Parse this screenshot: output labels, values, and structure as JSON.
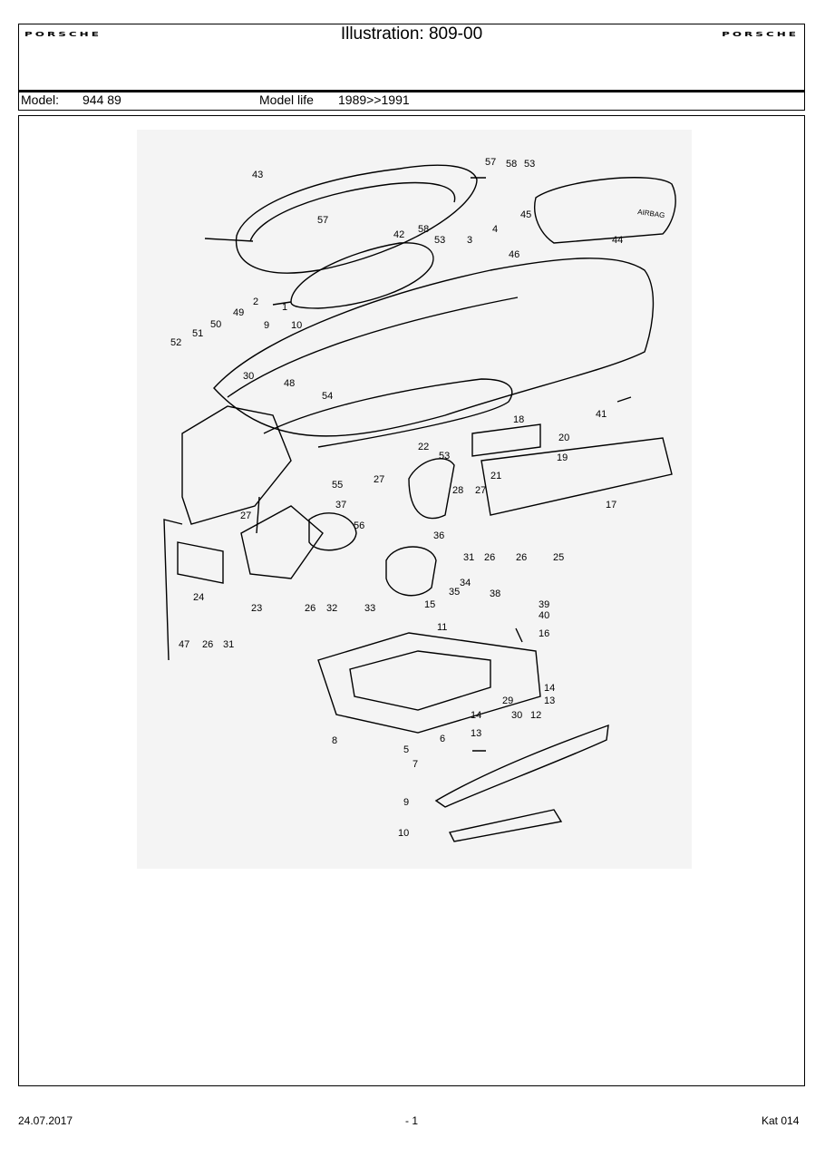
{
  "header": {
    "brand_left": "PORSCHE",
    "title": "Illustration: 809-00",
    "brand_right": "PORSCHE",
    "model_label": "Model:",
    "model_value": "944 89",
    "model_life_label": "Model life",
    "model_life_value": "1989>>1991"
  },
  "diagram": {
    "callouts": [
      "43",
      "57",
      "58",
      "53",
      "57",
      "58",
      "53",
      "3",
      "4",
      "45",
      "46",
      "44",
      "42",
      "2",
      "1",
      "9",
      "10",
      "49",
      "50",
      "51",
      "52",
      "30",
      "48",
      "54",
      "41",
      "18",
      "20",
      "19",
      "22",
      "53",
      "21",
      "17",
      "55",
      "27",
      "28",
      "27",
      "37",
      "56",
      "36",
      "31",
      "26",
      "26",
      "25",
      "27",
      "24",
      "23",
      "26",
      "32",
      "33",
      "34",
      "35",
      "38",
      "15",
      "39",
      "40",
      "11",
      "16",
      "47",
      "26",
      "31",
      "14",
      "13",
      "29",
      "30",
      "12",
      "14",
      "13",
      "8",
      "6",
      "5",
      "7",
      "9",
      "10"
    ],
    "airbag_text": "AIRBAG"
  },
  "footer": {
    "date": "24.07.2017",
    "page": "- 1",
    "catalog": "Kat 014"
  }
}
